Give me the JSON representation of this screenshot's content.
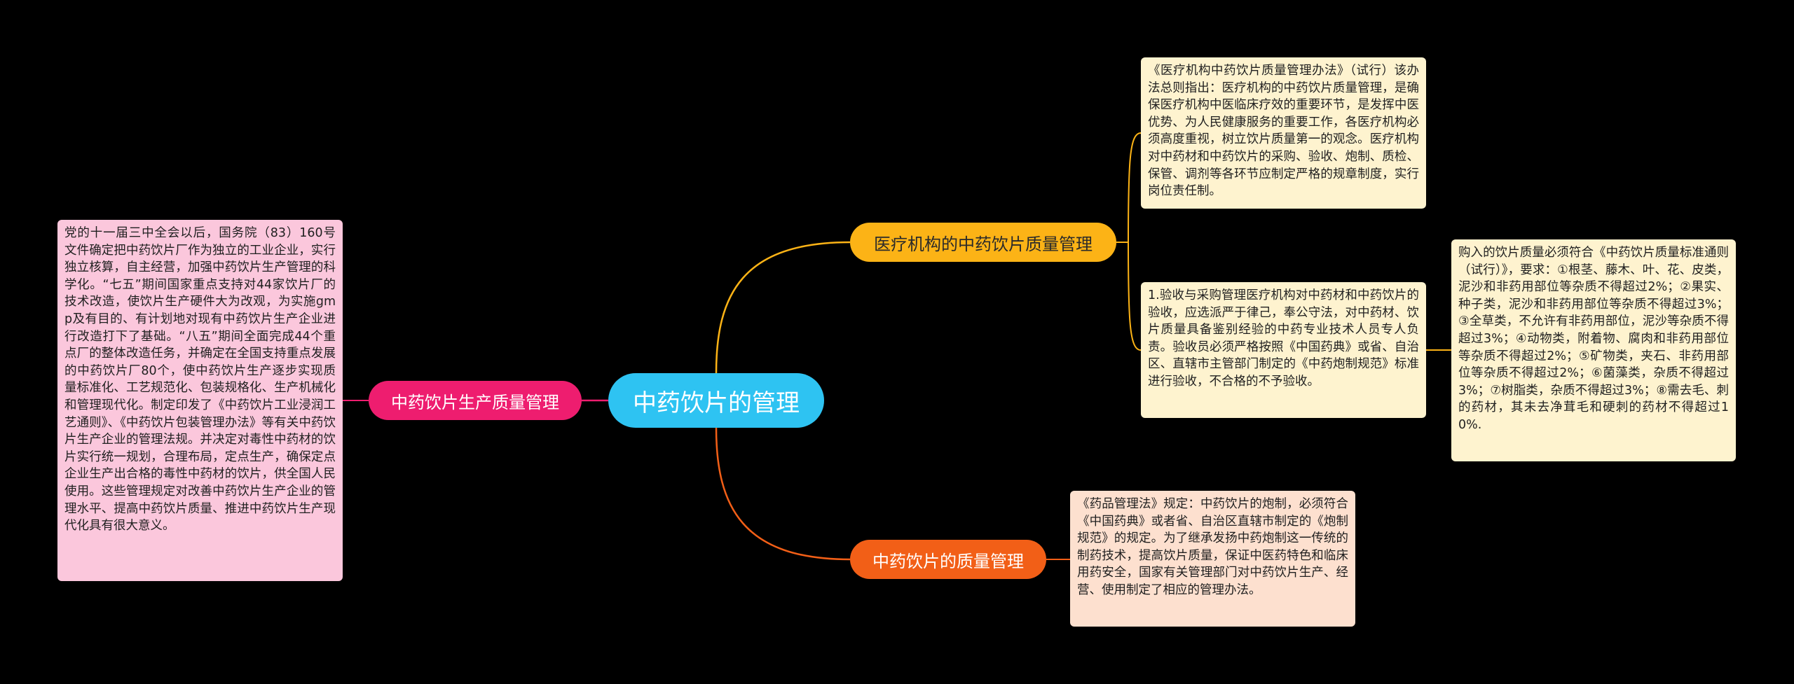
{
  "colors": {
    "background": "#000000",
    "root": "#2ec3f2",
    "branch_left": "#ee1d6f",
    "branch_top": "#fcb316",
    "branch_bottom": "#f25f17",
    "note_left": "#fbc7dc",
    "note_top": "#fef3cf",
    "note_bottom": "#fde0cf"
  },
  "root": {
    "label": "中药饮片的管理"
  },
  "branches": {
    "production": {
      "label": "中药饮片生产质量管理",
      "note": "党的十一届三中全会以后，国务院（83）160号文件确定把中药饮片厂作为独立的工业企业，实行独立核算，自主经营，加强中药饮片生产管理的科学化。“七五”期间国家重点支持对44家饮片厂的技术改造，使饮片生产硬件大为改观，为实施gmp及有目的、有计划地对现有中药饮片生产企业进行改造打下了基础。“八五”期间全面完成44个重点厂的整体改造任务，并确定在全国支持重点发展的中药饮片厂80个，使中药饮片生产逐步实现质量标准化、工艺规范化、包装规格化、生产机械化和管理现代化。制定印发了《中药饮片工业浸润工艺通则》、《中药饮片包装管理办法》等有关中药饮片生产企业的管理法规。并决定对毒性中药材的饮片实行统一规划，合理布局，定点生产，确保定点企业生产出合格的毒性中药材的饮片，供全国人民使用。这些管理规定对改善中药饮片生产企业的管理水平、提高中药饮片质量、推进中药饮片生产现代化具有很大意义。"
    },
    "medical": {
      "label": "医疗机构的中药饮片质量管理",
      "note1": "《医疗机构中药饮片质量管理办法》（试行）该办法总则指出：医疗机构的中药饮片质量管理，是确保医疗机构中医临床疗效的重要环节，是发挥中医优势、为人民健康服务的重要工作，各医疗机构必须高度重视，树立饮片质量第一的观念。医疗机构对中药材和中药饮片的采购、验收、炮制、质检、保管、调剂等各环节应制定严格的规章制度，实行岗位责任制。",
      "note2": "1.验收与采购管理医疗机构对中药材和中药饮片的验收，应选派严于律己，奉公守法，对中药材、饮片质量具备鉴别经验的中药专业技术人员专人负责。验收员必须严格按照《中国药典》或省、自治区、直辖市主管部门制定的《中药炮制规范》标准进行验收，不合格的不予验收。",
      "note3": "购入的饮片质量必须符合《中药饮片质量标准通则（试行）》，要求：①根茎、藤木、叶、花、皮类，泥沙和非药用部位等杂质不得超过2%；②果实、种子类，泥沙和非药用部位等杂质不得超过3%；③全草类，不允许有非药用部位，泥沙等杂质不得超过3%；④动物类，附着物、腐肉和非药用部位等杂质不得超过2%；⑤矿物类，夹石、非药用部位等杂质不得超过2%；⑥菌藻类，杂质不得超过3%；⑦树脂类，杂质不得超过3%；⑧需去毛、刺的药材，其未去净茸毛和硬刺的药材不得超过10%."
    },
    "quality": {
      "label": "中药饮片的质量管理",
      "note": "《药品管理法》规定：中药饮片的炮制，必须符合《中国药典》或者省、自治区直辖市制定的《炮制规范》的规定。为了继承发扬中药炮制这一传统的制药技术，提高饮片质量，保证中医药特色和临床用药安全，国家有关管理部门对中药饮片生产、经营、使用制定了相应的管理办法。"
    }
  }
}
